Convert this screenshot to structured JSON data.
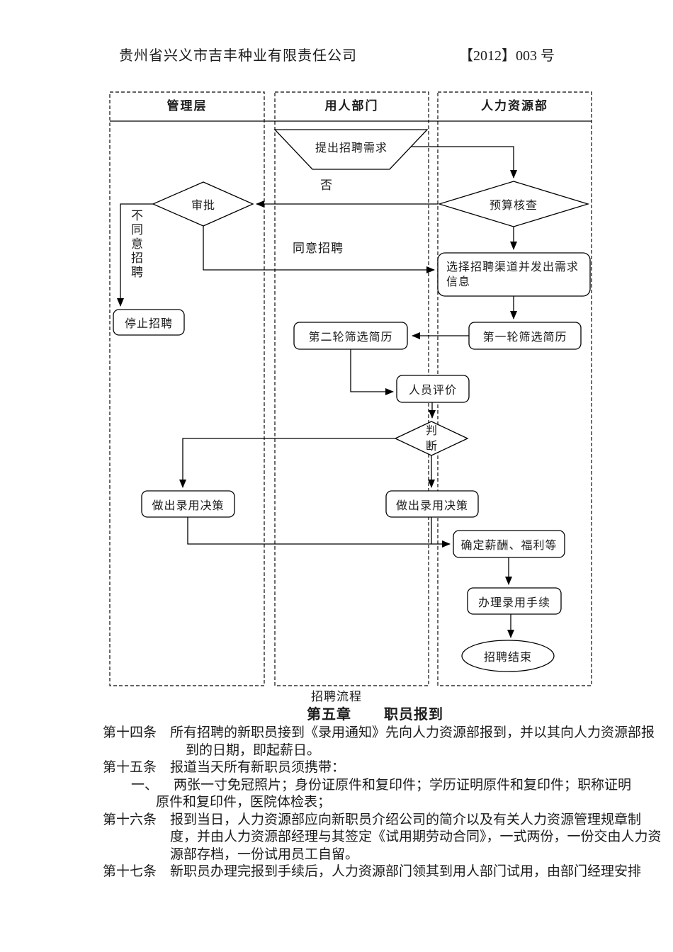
{
  "header": {
    "company": "贵州省兴义市吉丰种业有限责任公司",
    "doc_no": "【2012】003 号"
  },
  "flowchart": {
    "caption": "招聘流程",
    "lanes": [
      {
        "title": "管理层"
      },
      {
        "title": "用人部门"
      },
      {
        "title": "人力资源部"
      }
    ],
    "nodes": {
      "propose": {
        "label": "提出招聘需求",
        "type": "trapezoid"
      },
      "budget": {
        "label": "预算核查",
        "type": "decision"
      },
      "approval": {
        "label": "审批",
        "type": "decision"
      },
      "stop": {
        "label": "停止招聘",
        "type": "process"
      },
      "channel": {
        "line1": "选择招聘渠道并发出需求",
        "line2": "信息",
        "type": "process"
      },
      "screen_first": {
        "label": "第一轮筛选简历",
        "type": "process"
      },
      "screen_second": {
        "label": "第二轮筛选简历",
        "type": "process"
      },
      "evaluate": {
        "label": "人员评价",
        "type": "process"
      },
      "judge": {
        "char1": "判",
        "char2": "断",
        "type": "decision"
      },
      "decide_mgmt": {
        "label": "做出录用决策",
        "type": "process"
      },
      "decide_dept": {
        "label": "做出录用决策",
        "type": "process"
      },
      "salary": {
        "label": "确定薪酬、福利等",
        "type": "process"
      },
      "procedures": {
        "label": "办理录用手续",
        "type": "process"
      },
      "finish": {
        "label": "招聘结束",
        "type": "terminator"
      }
    },
    "edge_labels": {
      "no": "否",
      "agree": "同意招聘",
      "disagree": "不同意招聘"
    }
  },
  "document": {
    "chapter": {
      "number": "第五章",
      "title": "职员报到"
    },
    "articles": [
      {
        "label": "第十四条",
        "lines": [
          "所有招聘的新职员接到《录用通知》先向人力资源部报到，并以其向人力资源部报",
          "到的日期，即起薪日。"
        ]
      },
      {
        "label": "第十五条",
        "lines": [
          "报道当天所有新职员须携带："
        ]
      },
      {
        "label": "一、",
        "lines": [
          "两张一寸免冠照片；身份证原件和复印件；学历证明原件和复印件；职称证明",
          "原件和复印件，医院体检表；"
        ]
      },
      {
        "label": "第十六条",
        "lines": [
          "报到当日，人力资源部应向新职员介绍公司的简介以及有关人力资源管理规章制",
          "度，并由人力资源部经理与其签定《试用期劳动合同》，一式两份，一份交由人力资",
          "源部存档，一份试用员工自留。"
        ]
      },
      {
        "label": "第十七条",
        "lines": [
          "新职员办理完报到手续后，人力资源部门领其到用人部门试用，由部门经理安排"
        ]
      }
    ]
  }
}
